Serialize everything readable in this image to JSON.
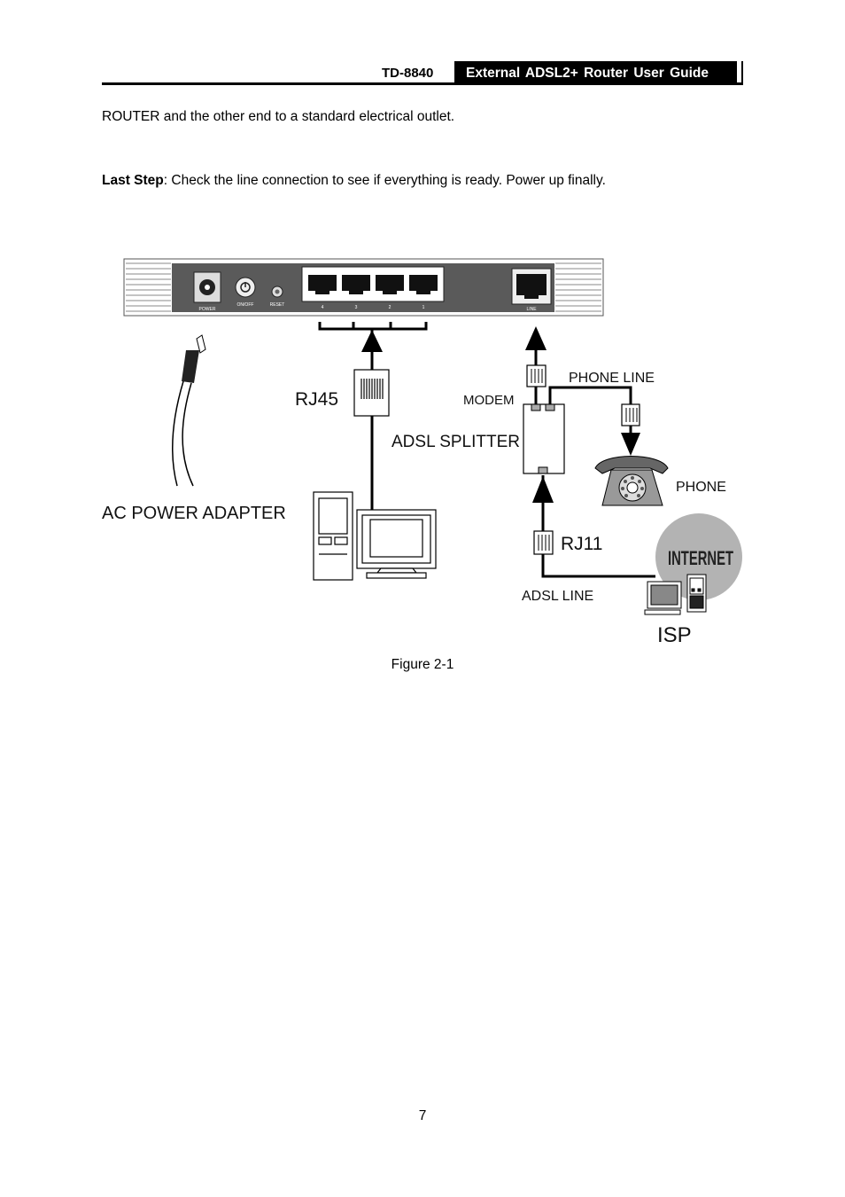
{
  "header": {
    "model": "TD-8840",
    "title": "External  ADSL2+  Router  User  Guide"
  },
  "body": {
    "para1": "ROUTER and the other end to a standard electrical outlet.",
    "last_step_label": "Last Step",
    "last_step_text": ": Check the line connection to see if everything is ready. Power up finally."
  },
  "figure": {
    "port_labels": {
      "power": "POWER",
      "onoff": "ON/OFF",
      "reset": "RESET",
      "lan4": "4",
      "lan3": "3",
      "lan2": "2",
      "lan1": "1",
      "line": "LINE"
    },
    "labels": {
      "rj45": "RJ45",
      "modem": "MODEM",
      "phone_line": "PHONE LINE",
      "adsl_splitter": "ADSL SPLITTER",
      "phone": "PHONE",
      "ac_power_adapter": "AC POWER ADAPTER",
      "rj11": "RJ11",
      "internet": "INTERNET",
      "adsl_line": "ADSL LINE",
      "isp": "ISP"
    },
    "caption": "Figure 2-1"
  },
  "footer": {
    "page_number": "7"
  }
}
